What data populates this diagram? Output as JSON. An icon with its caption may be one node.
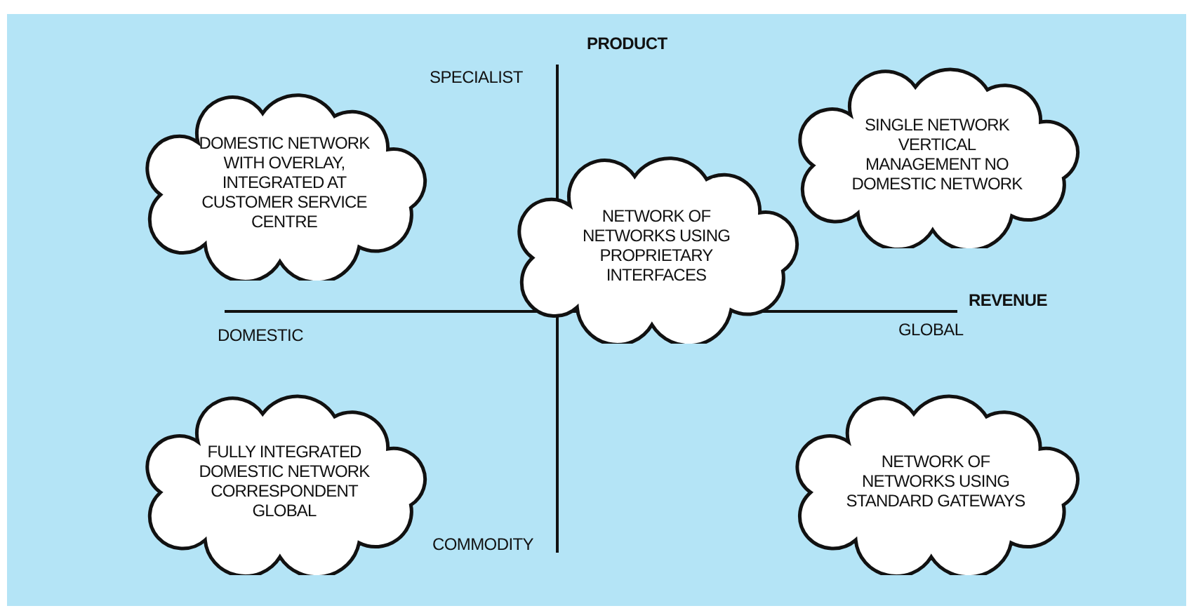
{
  "diagram": {
    "nodes": [
      {
        "text": [
          "DOMESTIC NETWORK WITH OVERLAY, INTEGRATED AT CUSTOMER SERVICE CENTRE"
        ]
      },
      {
        "text": [
          "SINGLE NETWORK VERTICAL MANAGEMENT NO DOMESTIC NETWORK"
        ]
      },
      {
        "text": [
          "NETWORK OF NETWORKS USING PROPRIETARY INTERFACES"
        ]
      },
      {
        "text": [
          "FULLY INTEGRATED DOMESTIC NETWORK CORRESPONDENT GLOBAL"
        ]
      },
      {
        "text": [
          "NETWORK OF NETWORKS USING STANDARD GATEWAYS"
        ]
      }
    ],
    "edges": [],
    "labels": [
      "PRODUCT",
      "SPECIALIST",
      "REVENUE",
      "DOMESTIC",
      "GLOBAL",
      "COMMODITY"
    ]
  }
}
